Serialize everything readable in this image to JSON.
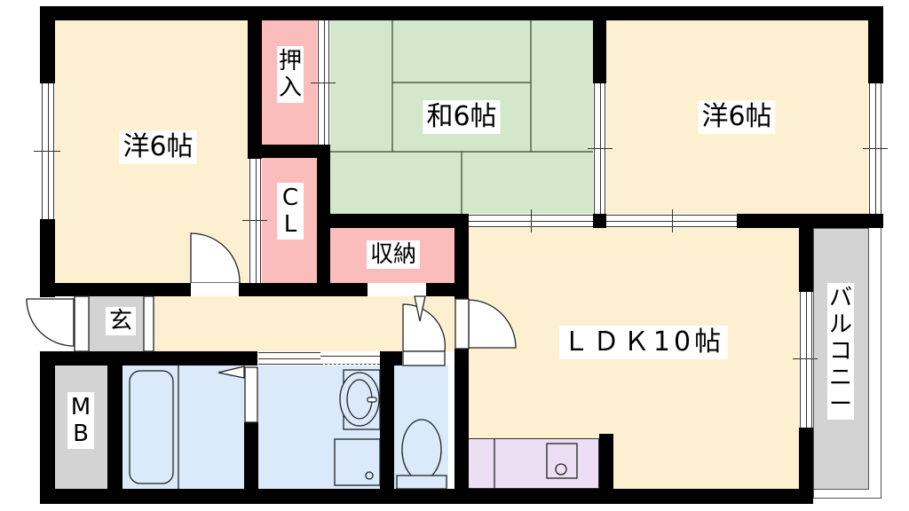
{
  "floor_plan": {
    "type": "apartment-3LDK-floor-plan",
    "rooms": [
      {
        "id": "western-room-left",
        "label": "洋6帖",
        "type": "western",
        "color": "#fdf0d0"
      },
      {
        "id": "closet-oshiire",
        "label": "押入",
        "type": "storage",
        "color": "#fbbcbc"
      },
      {
        "id": "closet-cl",
        "label": "CL",
        "type": "storage",
        "color": "#fbbcbc"
      },
      {
        "id": "japanese-room",
        "label": "和6帖",
        "type": "japanese",
        "color": "#d3e8cb"
      },
      {
        "id": "storage-shuno",
        "label": "収納",
        "type": "storage",
        "color": "#fbbcbc"
      },
      {
        "id": "western-room-right",
        "label": "洋6帖",
        "type": "western",
        "color": "#fdf0d0"
      },
      {
        "id": "entrance",
        "label": "玄",
        "type": "entrance",
        "color": "#d3d3d3"
      },
      {
        "id": "hallway",
        "label": "",
        "type": "hallway",
        "color": "#fdf0d0"
      },
      {
        "id": "meter-box",
        "label": "MB",
        "type": "meter-box",
        "color": "#d3d3d3"
      },
      {
        "id": "bathroom",
        "label": "",
        "type": "bath",
        "color": "#daeafb"
      },
      {
        "id": "washroom",
        "label": "",
        "type": "washroom",
        "color": "#daeafb"
      },
      {
        "id": "toilet",
        "label": "",
        "type": "toilet",
        "color": "#daeafb"
      },
      {
        "id": "ldk",
        "label": "ＬＤＫ10帖",
        "type": "living-dining-kitchen",
        "color": "#fdf0d0"
      },
      {
        "id": "kitchen-counter",
        "label": "",
        "type": "kitchen",
        "color": "#ecdef3"
      },
      {
        "id": "balcony",
        "label": "バルコニー",
        "type": "balcony",
        "color": "#d3d3d3"
      }
    ],
    "labels": {
      "western_left": "洋6帖",
      "oshiire_1": "押",
      "oshiire_2": "入",
      "cl_1": "C",
      "cl_2": "L",
      "japanese": "和6帖",
      "shuno": "収納",
      "western_right": "洋6帖",
      "entrance": "玄",
      "mb_1": "M",
      "mb_2": "B",
      "ldk": "ＬＤＫ10帖",
      "balcony": "バルコニー"
    },
    "colors": {
      "wall": "#000000",
      "western": "#fdf0d0",
      "japanese": "#d3e8cb",
      "storage": "#fbbcbc",
      "wet": "#daeafb",
      "gray": "#d3d3d3",
      "kitchen": "#ecdef3"
    }
  }
}
